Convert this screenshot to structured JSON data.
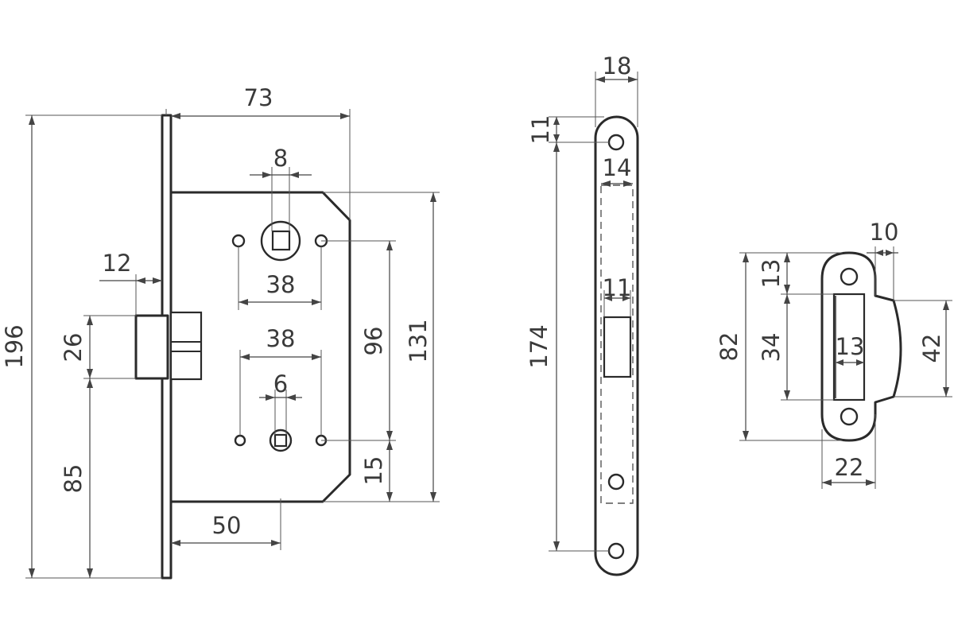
{
  "lock_body": {
    "overall_height": "196",
    "depth": "73",
    "latch_height": "26",
    "latch_offset": "85",
    "latch_projection": "12",
    "spindle_width": "8",
    "upper_hole_spacing": "38",
    "lower_hole_spacing": "38",
    "spindle_center_distance": "96",
    "body_height": "131",
    "bottom_offset": "15",
    "thumbturn_width": "6",
    "backset": "50"
  },
  "faceplate": {
    "width": "18",
    "top_offset": "11",
    "inner_width": "14",
    "hole_spacing": "174",
    "latch_slot_width": "11"
  },
  "strike_plate": {
    "height": "82",
    "top_offset": "13",
    "slot_height": "34",
    "slot_width": "13",
    "lip_width": "10",
    "lip_height": "42",
    "plate_width": "22"
  }
}
